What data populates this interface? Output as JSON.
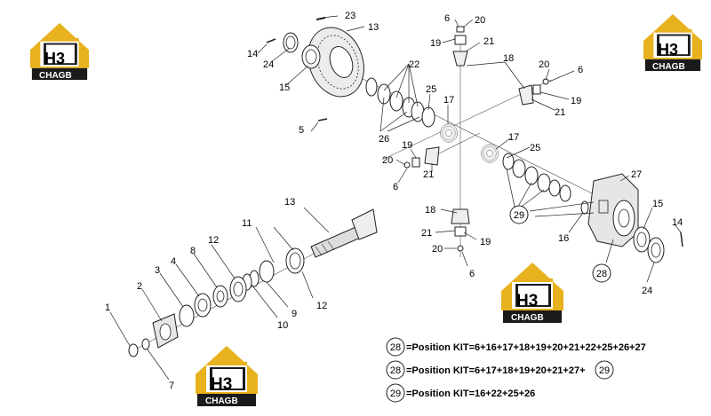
{
  "logo": {
    "mark": "H3",
    "subtitle": "CHAGB",
    "brand_colors": {
      "gold": "#e8b21e",
      "dark": "#1a1a1a"
    }
  },
  "callouts": {
    "c1": "1",
    "c2": "2",
    "c3": "3",
    "c4": "4",
    "c5": "5",
    "c6": "6",
    "c7": "7",
    "c8": "8",
    "c9": "9",
    "c10": "10",
    "c11": "11",
    "c12": "12",
    "c13": "13",
    "c14": "14",
    "c15": "15",
    "c16": "16",
    "c17": "17",
    "c18": "18",
    "c19": "19",
    "c20": "20",
    "c21": "21",
    "c22": "22",
    "c23": "23",
    "c24": "24",
    "c25": "25",
    "c26": "26",
    "c27": "27",
    "c28": "28",
    "c29": "29"
  },
  "kits": [
    {
      "number": "28",
      "text": "=Position KIT=6+16+17+18+19+20+21+22+25+26+27"
    },
    {
      "number": "28",
      "text": "=Position KIT=6+17+18+19+20+21+27+",
      "trailing": "29"
    },
    {
      "number": "29",
      "text": "=Position KIT=16+22+25+26"
    }
  ]
}
